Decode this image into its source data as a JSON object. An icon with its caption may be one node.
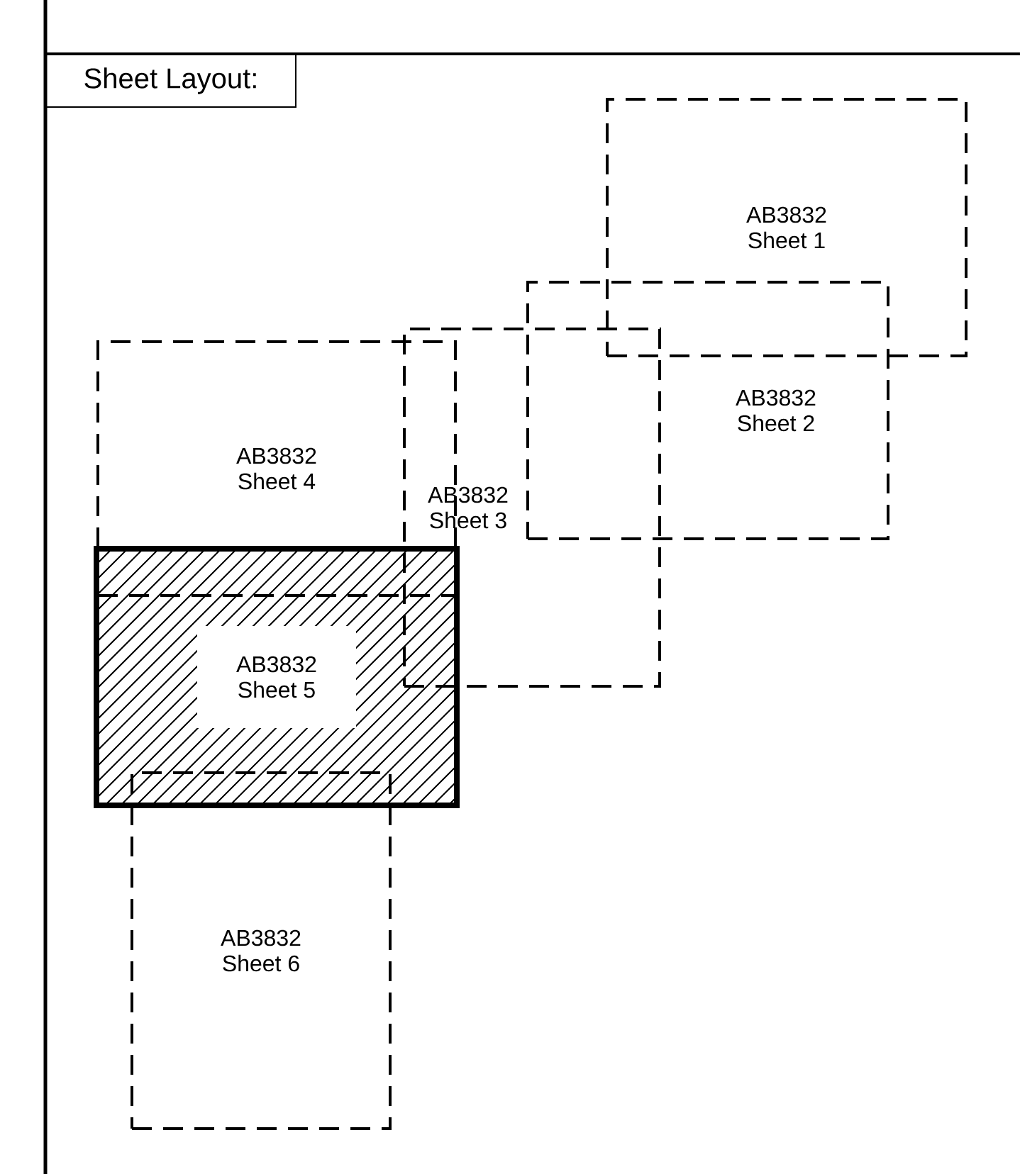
{
  "diagram": {
    "title": "Sheet Layout:",
    "nodes": [
      {
        "text": [
          "AB3832 Sheet 1"
        ]
      },
      {
        "text": [
          "AB3832 Sheet 2"
        ]
      },
      {
        "text": [
          "AB3832 Sheet 3"
        ]
      },
      {
        "text": [
          "AB3832 Sheet 4"
        ]
      },
      {
        "text": [
          "AB3832 Sheet 5"
        ]
      },
      {
        "text": [
          "AB3832 Sheet 6"
        ]
      }
    ]
  }
}
